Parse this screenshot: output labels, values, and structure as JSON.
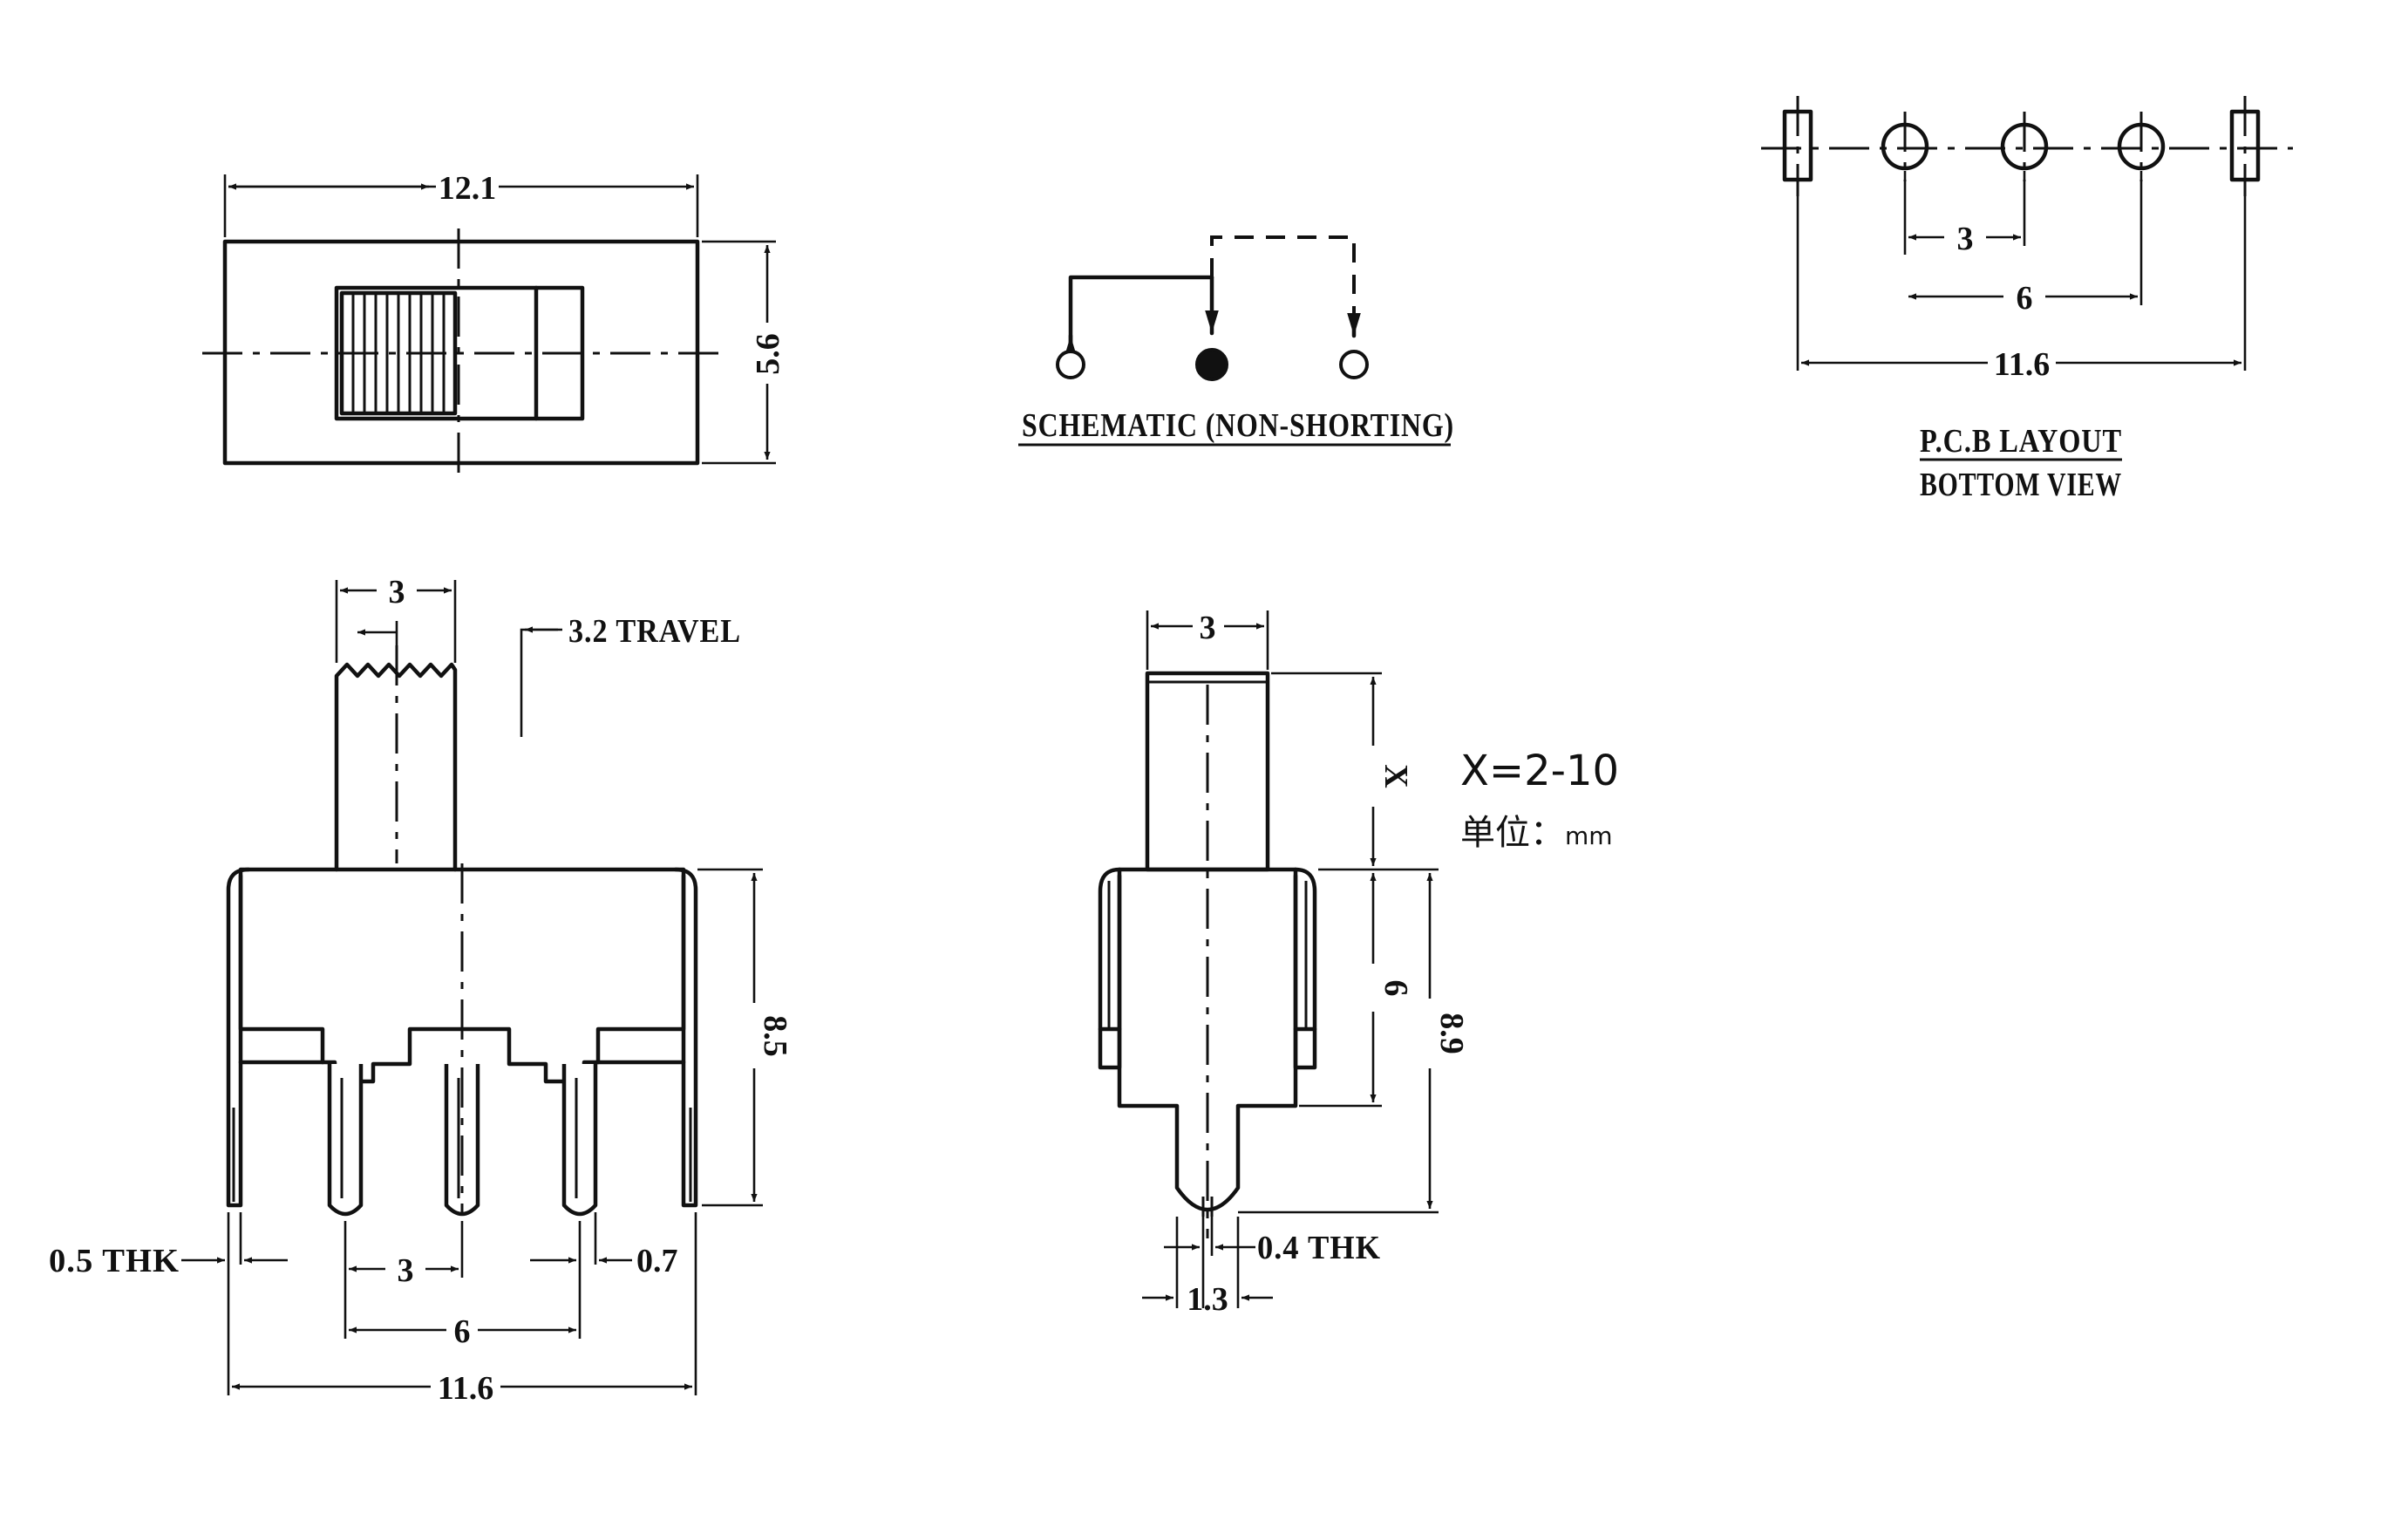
{
  "top_view": {
    "width_dim": "12.1",
    "height_dim": "5.6"
  },
  "schematic": {
    "label": "SCHEMATIC (NON-SHORTING)"
  },
  "pcb_layout": {
    "pitch_dim": "3",
    "pin_span_dim": "6",
    "overall_dim": "11.6",
    "title_line1": "P.C.B LAYOUT",
    "title_line2": "BOTTOM VIEW"
  },
  "front_view": {
    "actuator_width_dim": "3",
    "travel_label": "3.2 TRAVEL",
    "body_height_dim": "8.5",
    "thickness_label": "0.5 THK",
    "pitch_dim": "3",
    "tab_dim": "0.7",
    "pin_span_dim": "6",
    "overall_dim": "11.6"
  },
  "side_view": {
    "actuator_width_dim": "3",
    "x_dim": "X",
    "body_dim": "6",
    "overall_dim": "8.9",
    "thickness_label": "0.4 THK",
    "pin_width_dim": "1.3"
  },
  "notes": {
    "x_range": "X=2-10",
    "unit_label": "单位：",
    "unit_value": "mm"
  }
}
